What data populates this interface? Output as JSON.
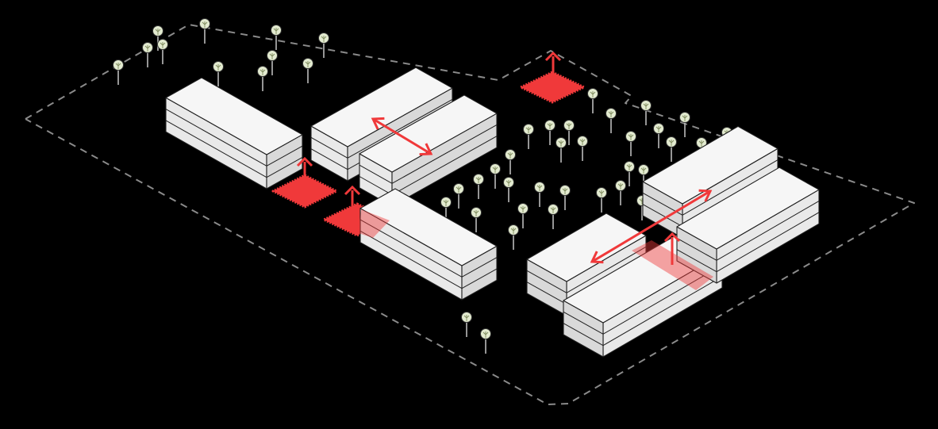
{
  "diagram": {
    "kind": "isometric site massing diagram",
    "colors": {
      "background": "#000000",
      "boundary": "#8a8a8a",
      "building_top": "#f6f6f6",
      "building_left": "#e9e9e9",
      "building_right": "#d9d9d9",
      "building_edge": "#1e1e1e",
      "highlight": "#f0393a",
      "tree_crown": "#e3ebd0",
      "tree_line": "#333333"
    },
    "elements": {
      "buildings": 8,
      "floors_per_building": 3,
      "red_plazas": 3,
      "translucent_crossings": 2,
      "up_arrows": 4,
      "double_arrows": 2
    },
    "text_labels": []
  }
}
